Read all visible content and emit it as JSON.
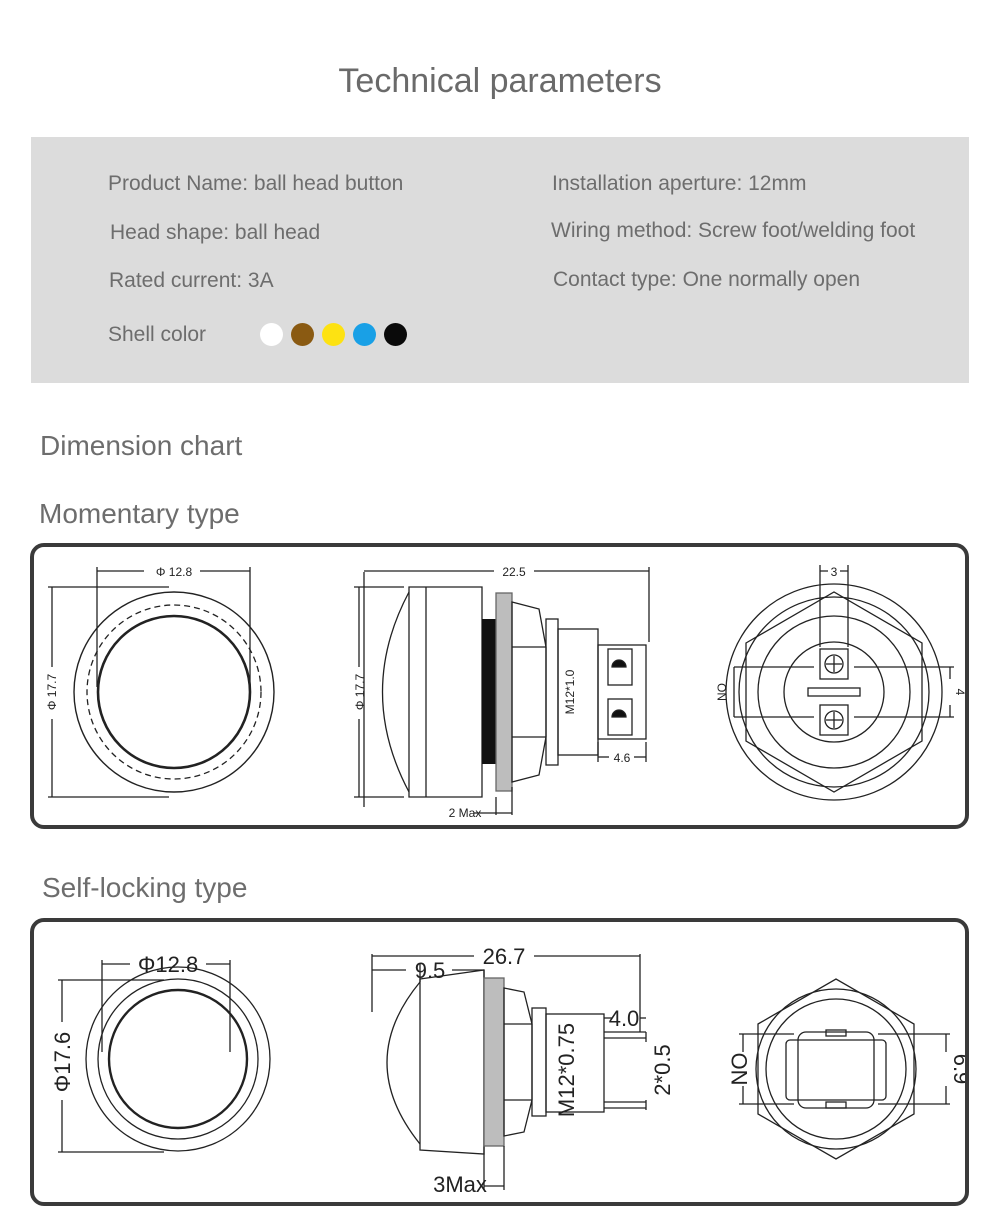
{
  "header": {
    "title": "Technical parameters"
  },
  "parameters": {
    "product_name": "Product Name: ball head button",
    "head_shape": "Head shape: ball head",
    "rated_current": "Rated current: 3A",
    "shell_color_label": "Shell color",
    "installation_aperture": "Installation aperture: 12mm",
    "wiring_method": "Wiring method: Screw foot/welding foot",
    "contact_type": "Contact type: One normally open",
    "shell_colors": [
      "#ffffff",
      "#8a5a12",
      "#fde212",
      "#19a0e6",
      "#0a0a0a"
    ]
  },
  "sections": {
    "dimension_chart": "Dimension chart",
    "momentary": "Momentary type",
    "self_locking": "Self-locking type"
  },
  "momentary_dims": {
    "front_width": "Φ 12.8",
    "front_height": "Φ 17.7",
    "side_length": "22.5",
    "side_height": "Φ 17.7",
    "thread": "M12*1.0",
    "terminal": "4.6",
    "flange": "2 Max",
    "back_top": "3",
    "back_right": "4",
    "back_left": "NO"
  },
  "selflocking_dims": {
    "front_width": "Φ12.8",
    "front_height": "Φ17.6",
    "side_length": "26.7",
    "cap_length": "9.5",
    "terminal_length": "4.0",
    "terminal_width": "2*0.5",
    "thread": "M12*0.75",
    "flange": "3Max",
    "back_left": "NO",
    "back_right": "6.9"
  }
}
